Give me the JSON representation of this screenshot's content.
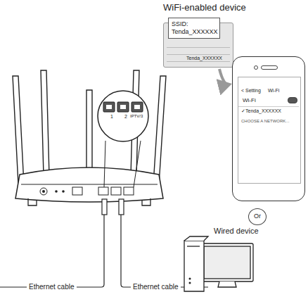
{
  "diagram": {
    "title": "WiFi-enabled device",
    "nodes": [
      {
        "text": [
          "Tenda_XXXXXX"
        ]
      },
      {
        "text": [
          "SSID: Tenda_XXXXXX"
        ],
        "in": 0
      },
      {
        "text": [
          "< Setting",
          "Wi-Fi",
          "Wi-Fi",
          "✓Tenda_XXXXXX",
          "CHOOSE A NETWORK..."
        ]
      },
      {
        "text": [
          "Or"
        ]
      }
    ],
    "edges": [
      {
        "from": 0,
        "to": 2,
        "arrow": "to"
      }
    ],
    "labels": [
      "1",
      "2",
      "IPTV/3",
      "Wired device",
      "Ethernet cable",
      "Ethernet cable"
    ]
  }
}
